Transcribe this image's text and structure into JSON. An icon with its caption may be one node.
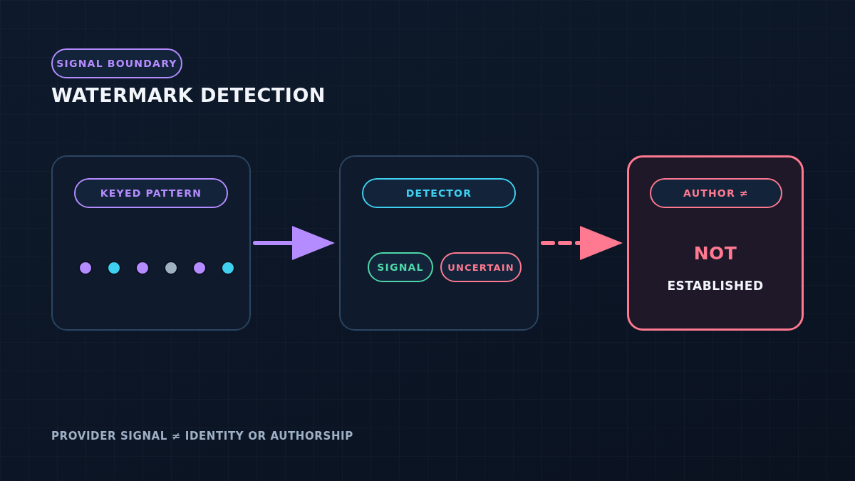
{
  "diagram": {
    "title": "WATERMARK DETECTION",
    "caption": "PROVIDER SIGNAL ≠ IDENTITY OR AUTHORSHIP",
    "nodes": [
      {
        "text": [
          "SIGNAL BOUNDARY"
        ]
      },
      {
        "text": [],
        "shape": "box"
      },
      {
        "text": [
          "KEYED PATTERN"
        ],
        "in": 1
      },
      {
        "text": [],
        "shape": "box"
      },
      {
        "text": [
          "DETECTOR"
        ],
        "in": 3
      },
      {
        "text": [
          "SIGNAL"
        ],
        "in": 3
      },
      {
        "text": [
          "UNCERTAIN"
        ],
        "in": 3
      },
      {
        "text": [
          "NOT",
          "ESTABLISHED"
        ]
      },
      {
        "text": [
          "AUTHOR ≠"
        ],
        "in": 7
      }
    ],
    "edges": [
      {
        "from": 1,
        "to": 3,
        "arrow": "to",
        "color": "#b58cff"
      },
      {
        "from": 3,
        "to": 7,
        "arrow": "to",
        "style": "dashed",
        "color": "#ff7a90"
      }
    ]
  }
}
